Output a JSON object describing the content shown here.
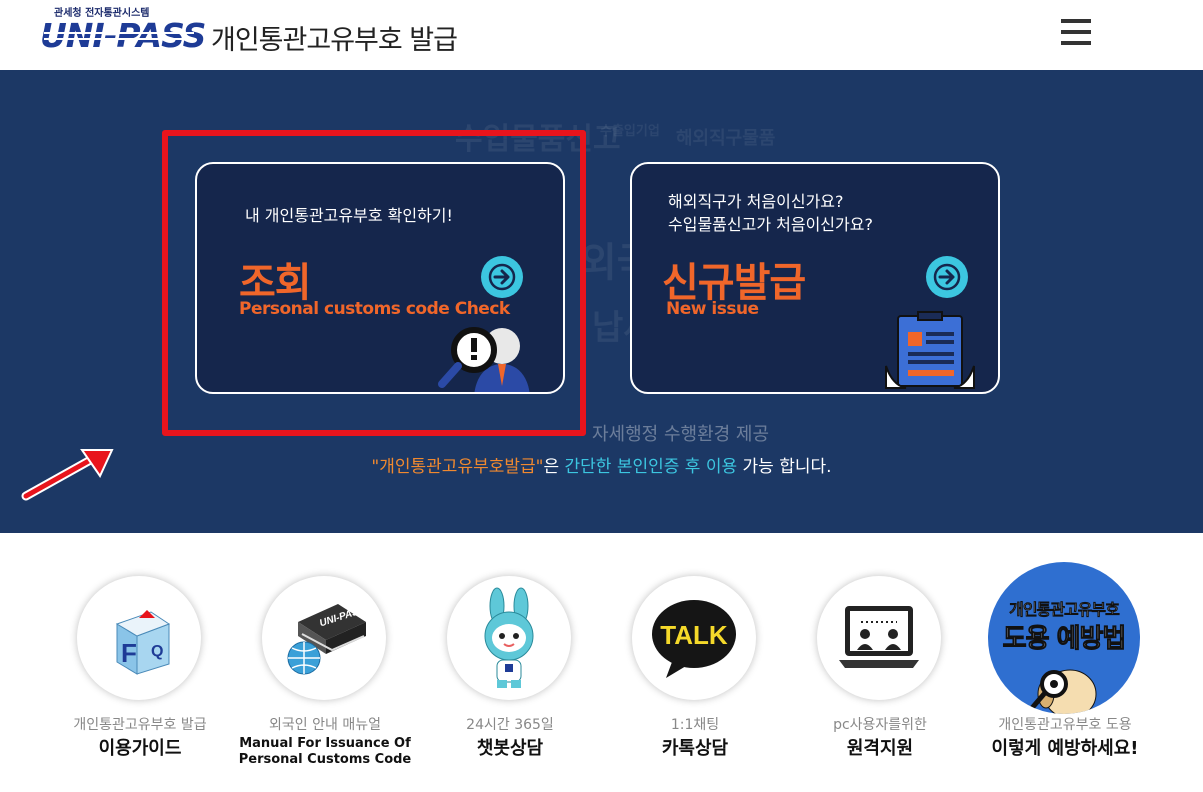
{
  "header": {
    "logo_sub": "관세청 전자통관시스템",
    "logo_word": "UNI-PASS",
    "title": "개인통관고유부호 발급",
    "menu_icon": "hamburger-icon"
  },
  "hero": {
    "bg_words": [
      "수입물품신고",
      "수출입기업",
      "해외직구물품",
      "외국인 통관",
      "납세",
      "자세행정 수행환경 제공"
    ],
    "lookup_card": {
      "desc": "내 개인통관고유부호 확인하기!",
      "title": "조회",
      "subtitle": "Personal customs code Check",
      "icon": "arrow-right-icon"
    },
    "new_card": {
      "desc_line1": "해외직구가 처음이신가요?",
      "desc_line2": "수입물품신고가 처음이신가요?",
      "title": "신규발급",
      "subtitle": "New issue",
      "icon": "arrow-right-icon"
    },
    "notice_part1": "\"개인통관고유부호발급\"",
    "notice_part2": "은 ",
    "notice_part3": "간단한 본인인증 후 이용",
    "notice_part4": " 가능 합니다."
  },
  "bottom_menu": [
    {
      "small": "개인통관고유부호 발급",
      "large": "이용가이드",
      "icon": "faq-cube-icon"
    },
    {
      "small": "외국인 안내 매뉴얼",
      "large_line1": "Manual For Issuance Of",
      "large_line2": "Personal Customs Code",
      "icon": "manual-book-icon"
    },
    {
      "small": "24시간 365일",
      "large": "챗봇상담",
      "icon": "chatbot-rabbit-icon"
    },
    {
      "small": "1:1채팅",
      "large": "카톡상담",
      "icon": "talk-bubble-icon",
      "talk_text": "TALK"
    },
    {
      "small": "pc사용자를위한",
      "large": "원격지원",
      "icon": "remote-support-icon"
    },
    {
      "small": "개인통관고유부호 도용",
      "large": "이렇게 예방하세요!",
      "icon": "theft-prevention-icon",
      "badge_line1": "개인통관고유부호",
      "badge_line2": "도용 예방법"
    }
  ],
  "colors": {
    "hero_bg": "#1c3865",
    "accent_orange": "#f0662a",
    "accent_cyan": "#3cc6e0",
    "highlight_red": "#e8141c"
  }
}
